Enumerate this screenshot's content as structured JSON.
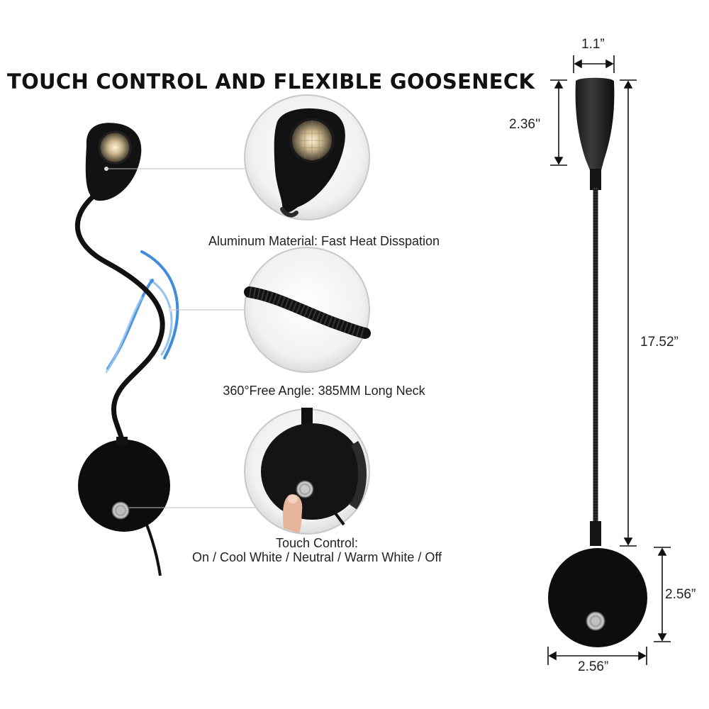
{
  "title": "TOUCH CONTROL AND FLEXIBLE GOOSENECK",
  "features": {
    "head": "Aluminum Material:  Fast Heat Disspation",
    "neck": "360°Free Angle: 385MM Long Neck",
    "control_title": "Touch Control:",
    "control_modes": "On / Cool White / Neutral / Warm White / Off"
  },
  "dimensions": {
    "head_width": "1.1”",
    "head_height": "2.36''",
    "neck_length": "17.52”",
    "base_height": "2.56”",
    "base_width": "2.56”"
  }
}
